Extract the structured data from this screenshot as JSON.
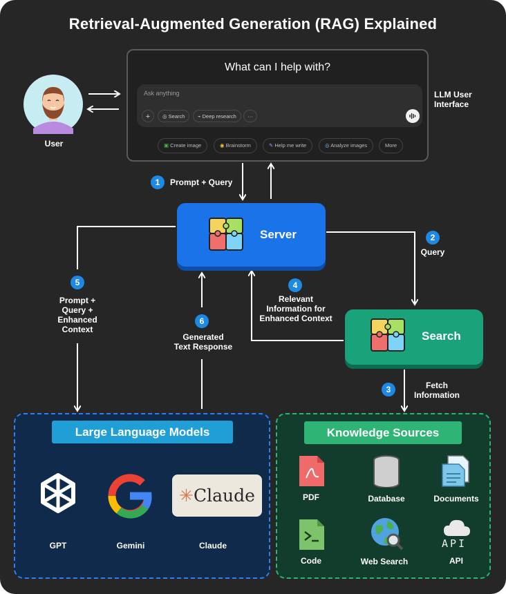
{
  "title": "Retrieval-Augmented Generation (RAG) Explained",
  "user": {
    "label": "User",
    "avatar_icon": "bearded-man-avatar-icon"
  },
  "ui_panel": {
    "side_label_line1": "LLM User",
    "side_label_line2": "Interface",
    "question": "What can I help with?",
    "placeholder": "Ask anything",
    "inner_tools": [
      "+",
      "Search",
      "Deep research",
      "···"
    ],
    "chips": [
      "Create image",
      "Brainstorm",
      "Help me write",
      "Analyze images",
      "More"
    ]
  },
  "server": {
    "label": "Server",
    "icon": "puzzle-icon",
    "color": "#1a73e8"
  },
  "search": {
    "label": "Search",
    "icon": "puzzle-icon",
    "color": "#1aa37a"
  },
  "steps": [
    {
      "num": "1",
      "lines": [
        "Prompt + Query"
      ]
    },
    {
      "num": "2",
      "lines": [
        "Query"
      ]
    },
    {
      "num": "3",
      "lines": [
        "Fetch",
        "Information"
      ]
    },
    {
      "num": "4",
      "lines": [
        "Relevant",
        "Information for",
        "Enhanced Context"
      ]
    },
    {
      "num": "5",
      "lines": [
        "Prompt +",
        "Query +",
        "Enhanced",
        "Context"
      ]
    },
    {
      "num": "6",
      "lines": [
        "Generated",
        "Text Response"
      ]
    }
  ],
  "llms": {
    "title": "Large Language Models",
    "items": [
      {
        "label": "GPT",
        "icon": "openai-logo-icon"
      },
      {
        "label": "Gemini",
        "icon": "google-g-logo-icon"
      },
      {
        "label": "Claude",
        "icon": "claude-logo-icon",
        "logo_text": "Claude"
      }
    ]
  },
  "knowledge": {
    "title": "Knowledge Sources",
    "items": [
      {
        "label": "PDF",
        "icon": "pdf-icon"
      },
      {
        "label": "Database",
        "icon": "database-icon"
      },
      {
        "label": "Documents",
        "icon": "documents-icon"
      },
      {
        "label": "Code",
        "icon": "code-file-icon"
      },
      {
        "label": "Web Search",
        "icon": "web-search-icon"
      },
      {
        "label": "API",
        "icon": "api-cloud-icon",
        "icon_text": "API"
      }
    ]
  }
}
